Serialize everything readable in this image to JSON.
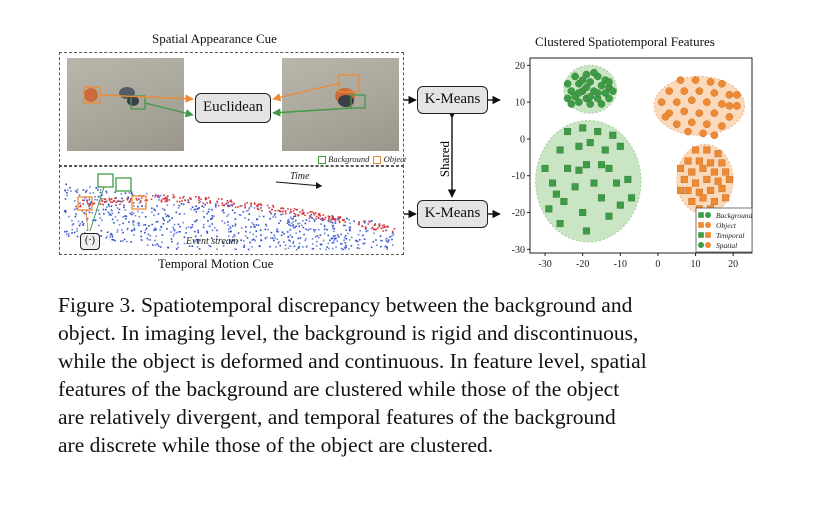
{
  "figure": {
    "spatial_title": "Spatial Appearance Cue",
    "temporal_title": "Temporal Motion Cue",
    "clusters_title": "Clustered Spatiotemporal Features",
    "euclidean_label": "Euclidean",
    "kmeans_top_label": "K-Means",
    "kmeans_bottom_label": "K-Means",
    "shared_label": "Shared",
    "photo_legend": {
      "background": "Background",
      "object": "Object"
    },
    "time_label": "Time",
    "event_stream_label": "Event stream",
    "operator_label": "(·)"
  },
  "chart_data": {
    "type": "scatter",
    "title": "Clustered Spatiotemporal Features",
    "xlim": [
      -34,
      25
    ],
    "ylim": [
      -31,
      22
    ],
    "xticks": [
      -30,
      -20,
      -10,
      0,
      10,
      20
    ],
    "yticks": [
      20,
      10,
      0,
      -10,
      -20,
      -30
    ],
    "legend_position": "bottom-right",
    "legend": [
      "Background",
      "Object",
      "Temporal",
      "Spatial"
    ],
    "colors": {
      "background": "#3f9b45",
      "object": "#ee8a33",
      "background_fill": "#c9e5c4",
      "object_fill": "#fbd9bb"
    },
    "series": [
      {
        "name": "Background",
        "feature": "Spatial",
        "marker": "circle",
        "points": [
          [
            -22,
            17
          ],
          [
            -19,
            17.5
          ],
          [
            -16,
            17
          ],
          [
            -14,
            16
          ],
          [
            -24,
            15
          ],
          [
            -21,
            15
          ],
          [
            -18,
            15.5
          ],
          [
            -15,
            14.5
          ],
          [
            -13,
            14
          ],
          [
            -23,
            13
          ],
          [
            -20,
            13
          ],
          [
            -17,
            13
          ],
          [
            -14,
            12.5
          ],
          [
            -22,
            11.5
          ],
          [
            -19,
            11
          ],
          [
            -16,
            11
          ],
          [
            -13,
            11
          ],
          [
            -21,
            10
          ],
          [
            -18,
            9.5
          ],
          [
            -15,
            9.5
          ],
          [
            -24,
            11
          ],
          [
            -20,
            16
          ],
          [
            -17,
            18
          ],
          [
            -13,
            15.5
          ],
          [
            -19,
            14
          ],
          [
            -16,
            12.5
          ],
          [
            -12,
            13
          ],
          [
            -23,
            9.5
          ],
          [
            -21,
            12.5
          ],
          [
            -18,
            11.5
          ]
        ]
      },
      {
        "name": "Background",
        "feature": "Temporal",
        "marker": "square",
        "points": [
          [
            -24,
            2
          ],
          [
            -20,
            3
          ],
          [
            -16,
            2
          ],
          [
            -12,
            1
          ],
          [
            -26,
            -3
          ],
          [
            -21,
            -2
          ],
          [
            -18,
            -1
          ],
          [
            -14,
            -3
          ],
          [
            -10,
            -2
          ],
          [
            -30,
            -8
          ],
          [
            -24,
            -8
          ],
          [
            -19,
            -7
          ],
          [
            -13,
            -8
          ],
          [
            -8,
            -11
          ],
          [
            -28,
            -12
          ],
          [
            -22,
            -13
          ],
          [
            -17,
            -12
          ],
          [
            -11,
            -12
          ],
          [
            -29,
            -19
          ],
          [
            -25,
            -17
          ],
          [
            -20,
            -20
          ],
          [
            -15,
            -16
          ],
          [
            -10,
            -18
          ],
          [
            -26,
            -23
          ],
          [
            -19,
            -25
          ],
          [
            -13,
            -21
          ],
          [
            -21,
            -8.5
          ],
          [
            -15,
            -7
          ],
          [
            -27,
            -15
          ],
          [
            -7,
            -16
          ]
        ]
      },
      {
        "name": "Object",
        "feature": "Spatial",
        "marker": "circle",
        "points": [
          [
            6,
            16
          ],
          [
            10,
            16
          ],
          [
            14,
            15.5
          ],
          [
            17,
            15
          ],
          [
            3,
            13
          ],
          [
            7,
            13
          ],
          [
            11,
            13
          ],
          [
            15,
            12.5
          ],
          [
            19,
            12
          ],
          [
            1,
            10
          ],
          [
            5,
            10
          ],
          [
            9,
            10.5
          ],
          [
            13,
            10
          ],
          [
            17,
            9.5
          ],
          [
            21,
            9
          ],
          [
            3,
            7
          ],
          [
            7,
            7.5
          ],
          [
            11,
            7
          ],
          [
            15,
            7
          ],
          [
            19,
            6
          ],
          [
            5,
            4
          ],
          [
            9,
            4.5
          ],
          [
            13,
            4
          ],
          [
            17,
            3.5
          ],
          [
            8,
            2
          ],
          [
            12,
            1.5
          ],
          [
            15,
            1
          ],
          [
            21,
            12
          ],
          [
            2,
            6
          ],
          [
            19,
            9
          ]
        ]
      },
      {
        "name": "Object",
        "feature": "Temporal",
        "marker": "square",
        "points": [
          [
            10,
            -3
          ],
          [
            13,
            -3
          ],
          [
            16,
            -4
          ],
          [
            8,
            -6
          ],
          [
            11,
            -6
          ],
          [
            14,
            -6.5
          ],
          [
            17,
            -6.5
          ],
          [
            6,
            -8
          ],
          [
            9,
            -9
          ],
          [
            12,
            -8
          ],
          [
            15,
            -9
          ],
          [
            18,
            -9
          ],
          [
            7,
            -11
          ],
          [
            10,
            -12
          ],
          [
            13,
            -11
          ],
          [
            16,
            -11.5
          ],
          [
            19,
            -11
          ],
          [
            8,
            -14
          ],
          [
            11,
            -14.5
          ],
          [
            14,
            -14
          ],
          [
            17,
            -13.5
          ],
          [
            9,
            -17
          ],
          [
            12,
            -16
          ],
          [
            15,
            -17
          ],
          [
            11,
            -19
          ],
          [
            14,
            -19
          ],
          [
            6,
            -14
          ],
          [
            18,
            -16
          ]
        ]
      }
    ],
    "cluster_regions": [
      {
        "name": "Background spatial region",
        "cx": -18,
        "cy": 13.5,
        "rx": 7,
        "ry": 6.5
      },
      {
        "name": "Object spatial region",
        "cx": 11,
        "cy": 9,
        "rx": 12,
        "ry": 8
      },
      {
        "name": "Background temporal region",
        "cx": -18.5,
        "cy": -11.5,
        "rx": 14,
        "ry": 16.5
      },
      {
        "name": "Object temporal region",
        "cx": 12.5,
        "cy": -11,
        "rx": 7.5,
        "ry": 9.5
      }
    ]
  },
  "caption": {
    "text": "Figure 3. Spatiotemporal discrepancy between the background and object. In imaging level, the background is rigid and discontinuous, while the object is deformed and continuous. In feature level, spatial features of the background are clustered while those of the object are relatively divergent, and temporal features of the background are discrete while those of the object are clustered.",
    "lines": [
      "Figure 3. Spatiotemporal discrepancy between the background and",
      "object. In imaging level, the background is rigid and discontinuous,",
      "while the object is deformed and continuous. In feature level, spatial",
      "features of the background are clustered while those of the object",
      "are relatively divergent, and temporal features of the background",
      "are discrete while those of the object are clustered."
    ]
  }
}
